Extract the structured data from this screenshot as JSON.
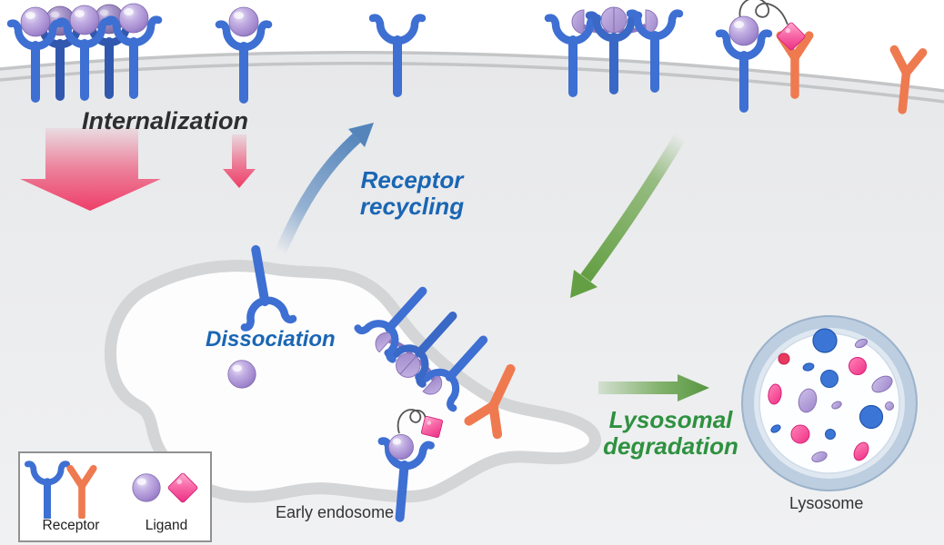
{
  "labels": {
    "internalization": "Internalization",
    "receptor_recycling": "Receptor\nrecycling",
    "dissociation": "Dissociation",
    "lysosomal_degradation": "Lysosomal\ndegradation",
    "early_endosome": "Early endosome",
    "lysosome": "Lysosome"
  },
  "legend": {
    "items": [
      {
        "label": "Receptor",
        "symbols": [
          "blue-cup-receptor",
          "orange-y-receptor"
        ]
      },
      {
        "label": "Ligand",
        "symbols": [
          "purple-sphere-ligand",
          "pink-diamond-ligand"
        ]
      }
    ]
  },
  "processes": [
    {
      "name": "Internalization",
      "arrow": "red-down-arrows",
      "color": "#ee3e68"
    },
    {
      "name": "Receptor recycling",
      "arrow": "blue-curved-up-arrow",
      "color": "#5b8abf"
    },
    {
      "name": "Dissociation",
      "arrow": "none",
      "color": "#1a66b4"
    },
    {
      "name": "Lysosomal degradation",
      "arrow": "green-arrows",
      "color": "#6aa449"
    }
  ],
  "organelles": [
    {
      "name": "Early endosome"
    },
    {
      "name": "Lysosome",
      "contents": "blue, pink and purple enzyme granules"
    }
  ],
  "colors": {
    "text_dark": "#2e2e2e",
    "text_blue": "#1a66b4",
    "text_green": "#2e9140",
    "receptor_blue": "#3e6fd2",
    "receptor_blue_dark": "#3058ae",
    "receptor_orange": "#ef7a50",
    "ligand_purple": "#a58bd0",
    "ligand_pink": "#ee2f80",
    "arrow_red": "#ee3e68",
    "arrow_blue": "#5b8abf",
    "arrow_green": "#6aa449",
    "membrane_gray": "#c4c5c6",
    "cell_fill": "#e9eaec",
    "endosome_outline": "#d4d5d6",
    "lysosome_ring": "#bccee0"
  }
}
